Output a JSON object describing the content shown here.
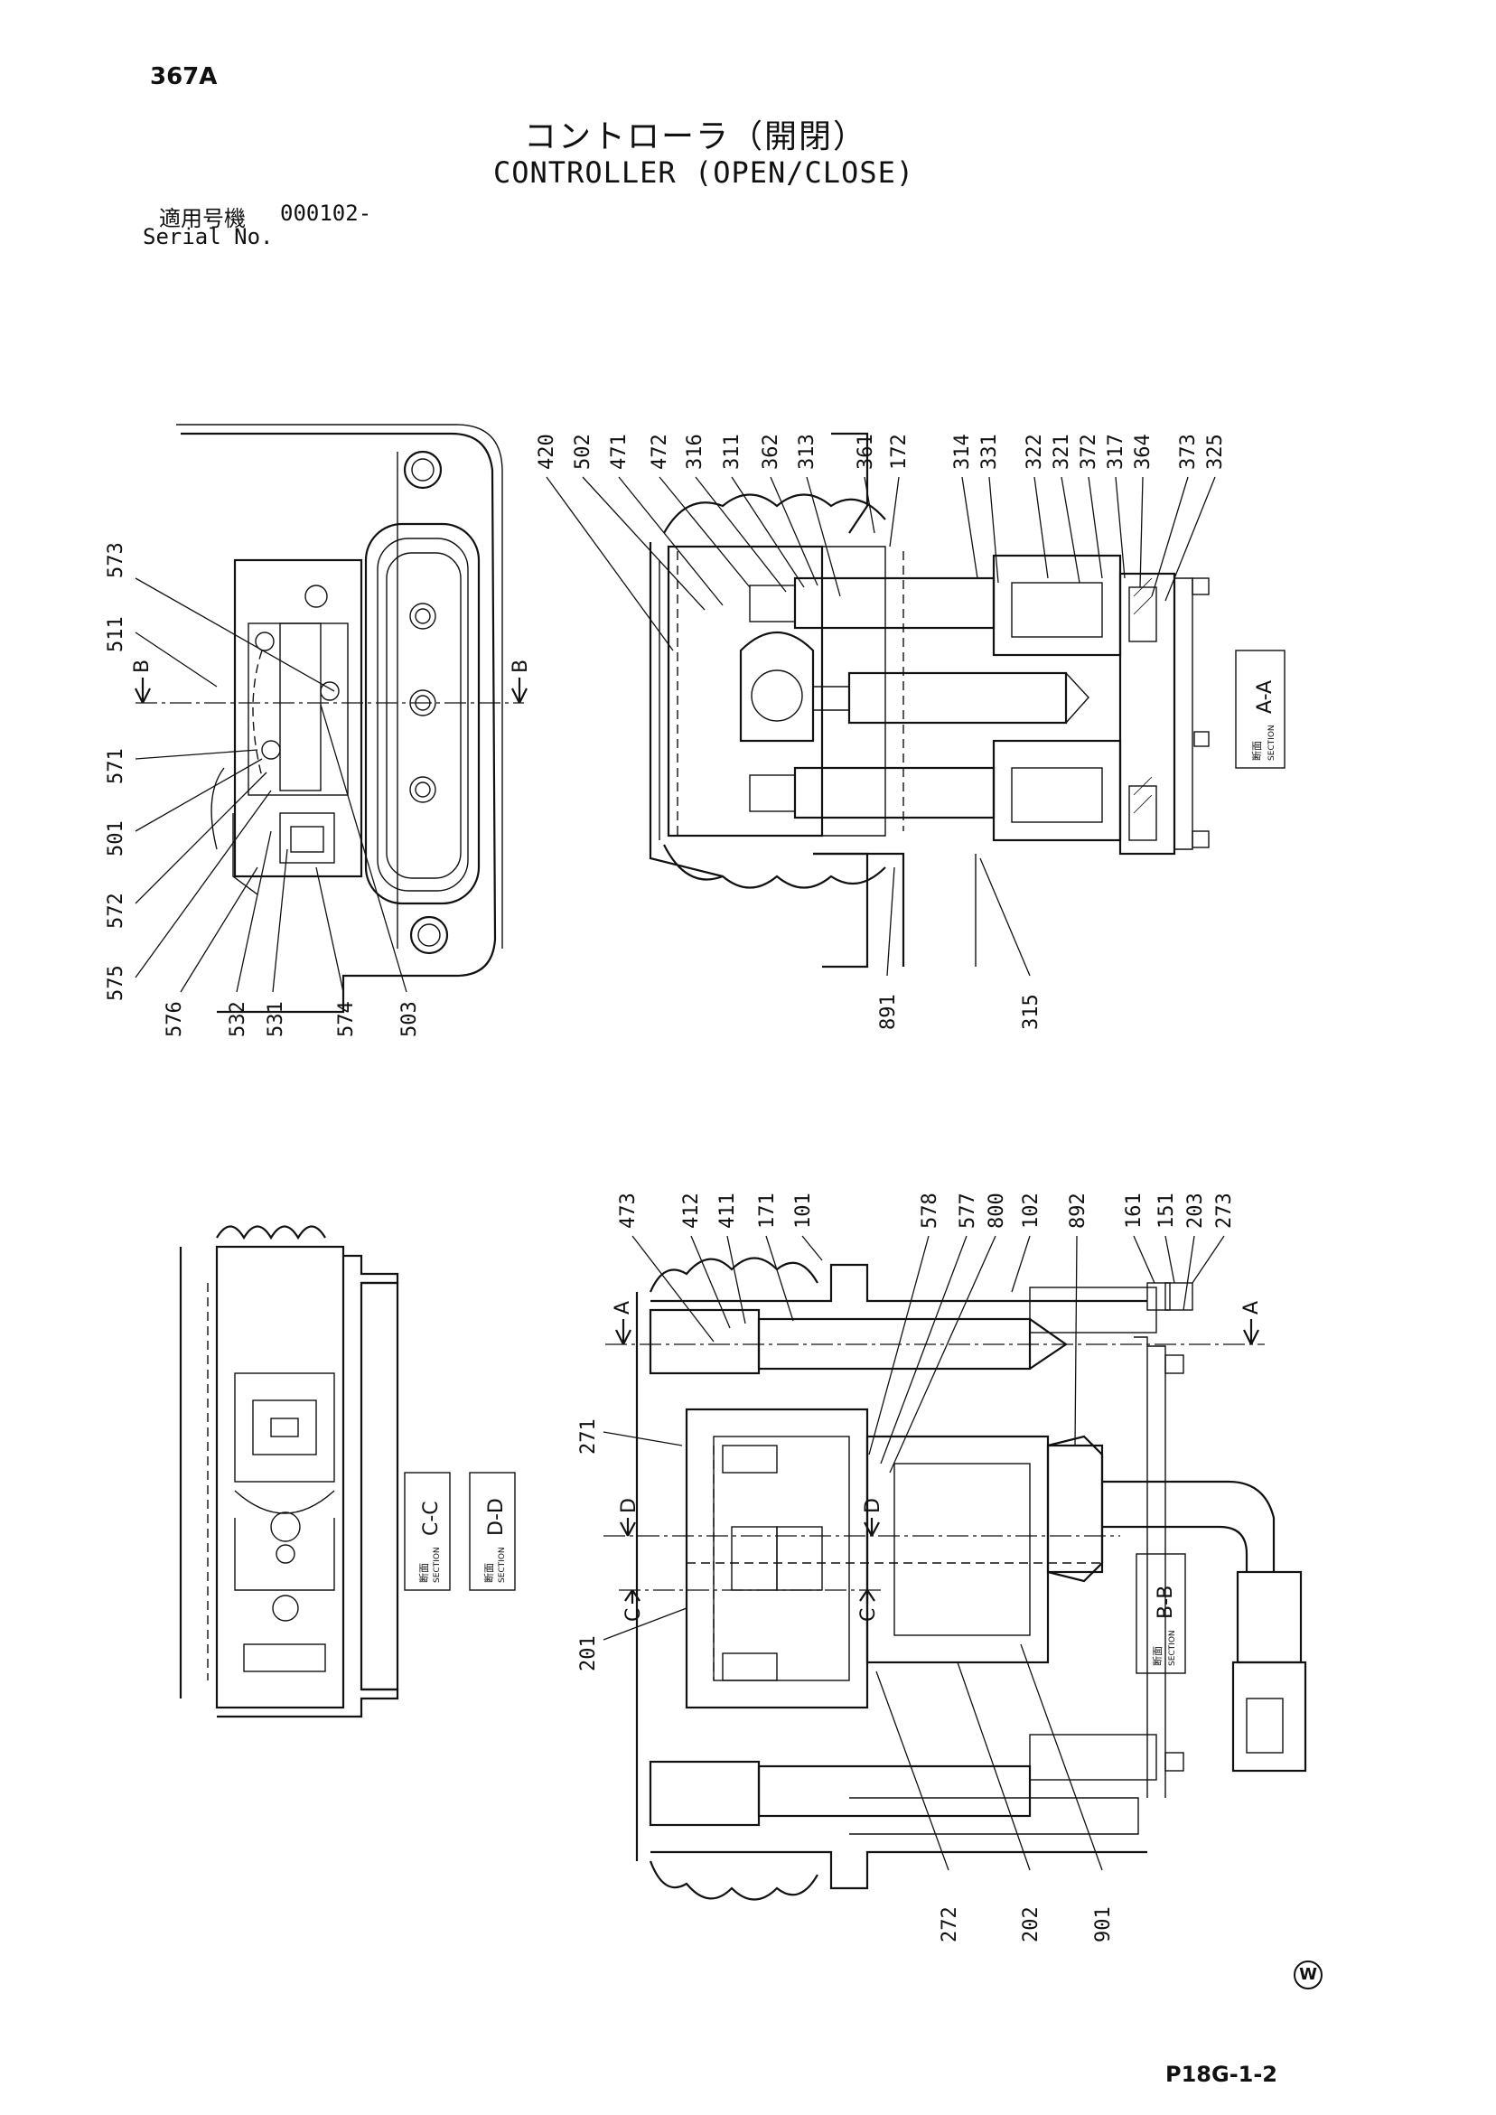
{
  "header": {
    "page_id": "367A",
    "title_jp": "コントローラ（開閉）",
    "title_en": "CONTROLLER (OPEN/CLOSE)",
    "serial_label_jp": "適用号機",
    "serial_value": "000102-",
    "serial_label_en": "Serial No."
  },
  "footer": {
    "drawing_no": "P18G-1-2",
    "mark": "W"
  },
  "sections": {
    "jp": "断面",
    "en": "SECTION",
    "aa": "A-A",
    "bb": "B-B",
    "cc": "C-C",
    "dd": "D-D"
  },
  "cut_letters": {
    "a": "A",
    "b": "B",
    "c": "C",
    "d": "D"
  },
  "views": {
    "top_left": {
      "callouts": [
        "573",
        "511",
        "571",
        "501",
        "572",
        "575",
        "576",
        "532",
        "531",
        "574",
        "503"
      ]
    },
    "top_right": {
      "callouts_top": [
        "420",
        "502",
        "471",
        "472",
        "316",
        "311",
        "362",
        "313",
        "361",
        "172",
        "314",
        "331",
        "322",
        "321",
        "372",
        "317",
        "364",
        "373",
        "325"
      ],
      "callouts_bottom": [
        "891",
        "315"
      ]
    },
    "bottom_right": {
      "callouts_top": [
        "473",
        "412",
        "411",
        "171",
        "101",
        "578",
        "577",
        "800",
        "102",
        "892",
        "161",
        "151",
        "203",
        "273"
      ],
      "callouts_left": [
        "271",
        "201"
      ],
      "callouts_bottom": [
        "272",
        "202",
        "901"
      ]
    }
  }
}
